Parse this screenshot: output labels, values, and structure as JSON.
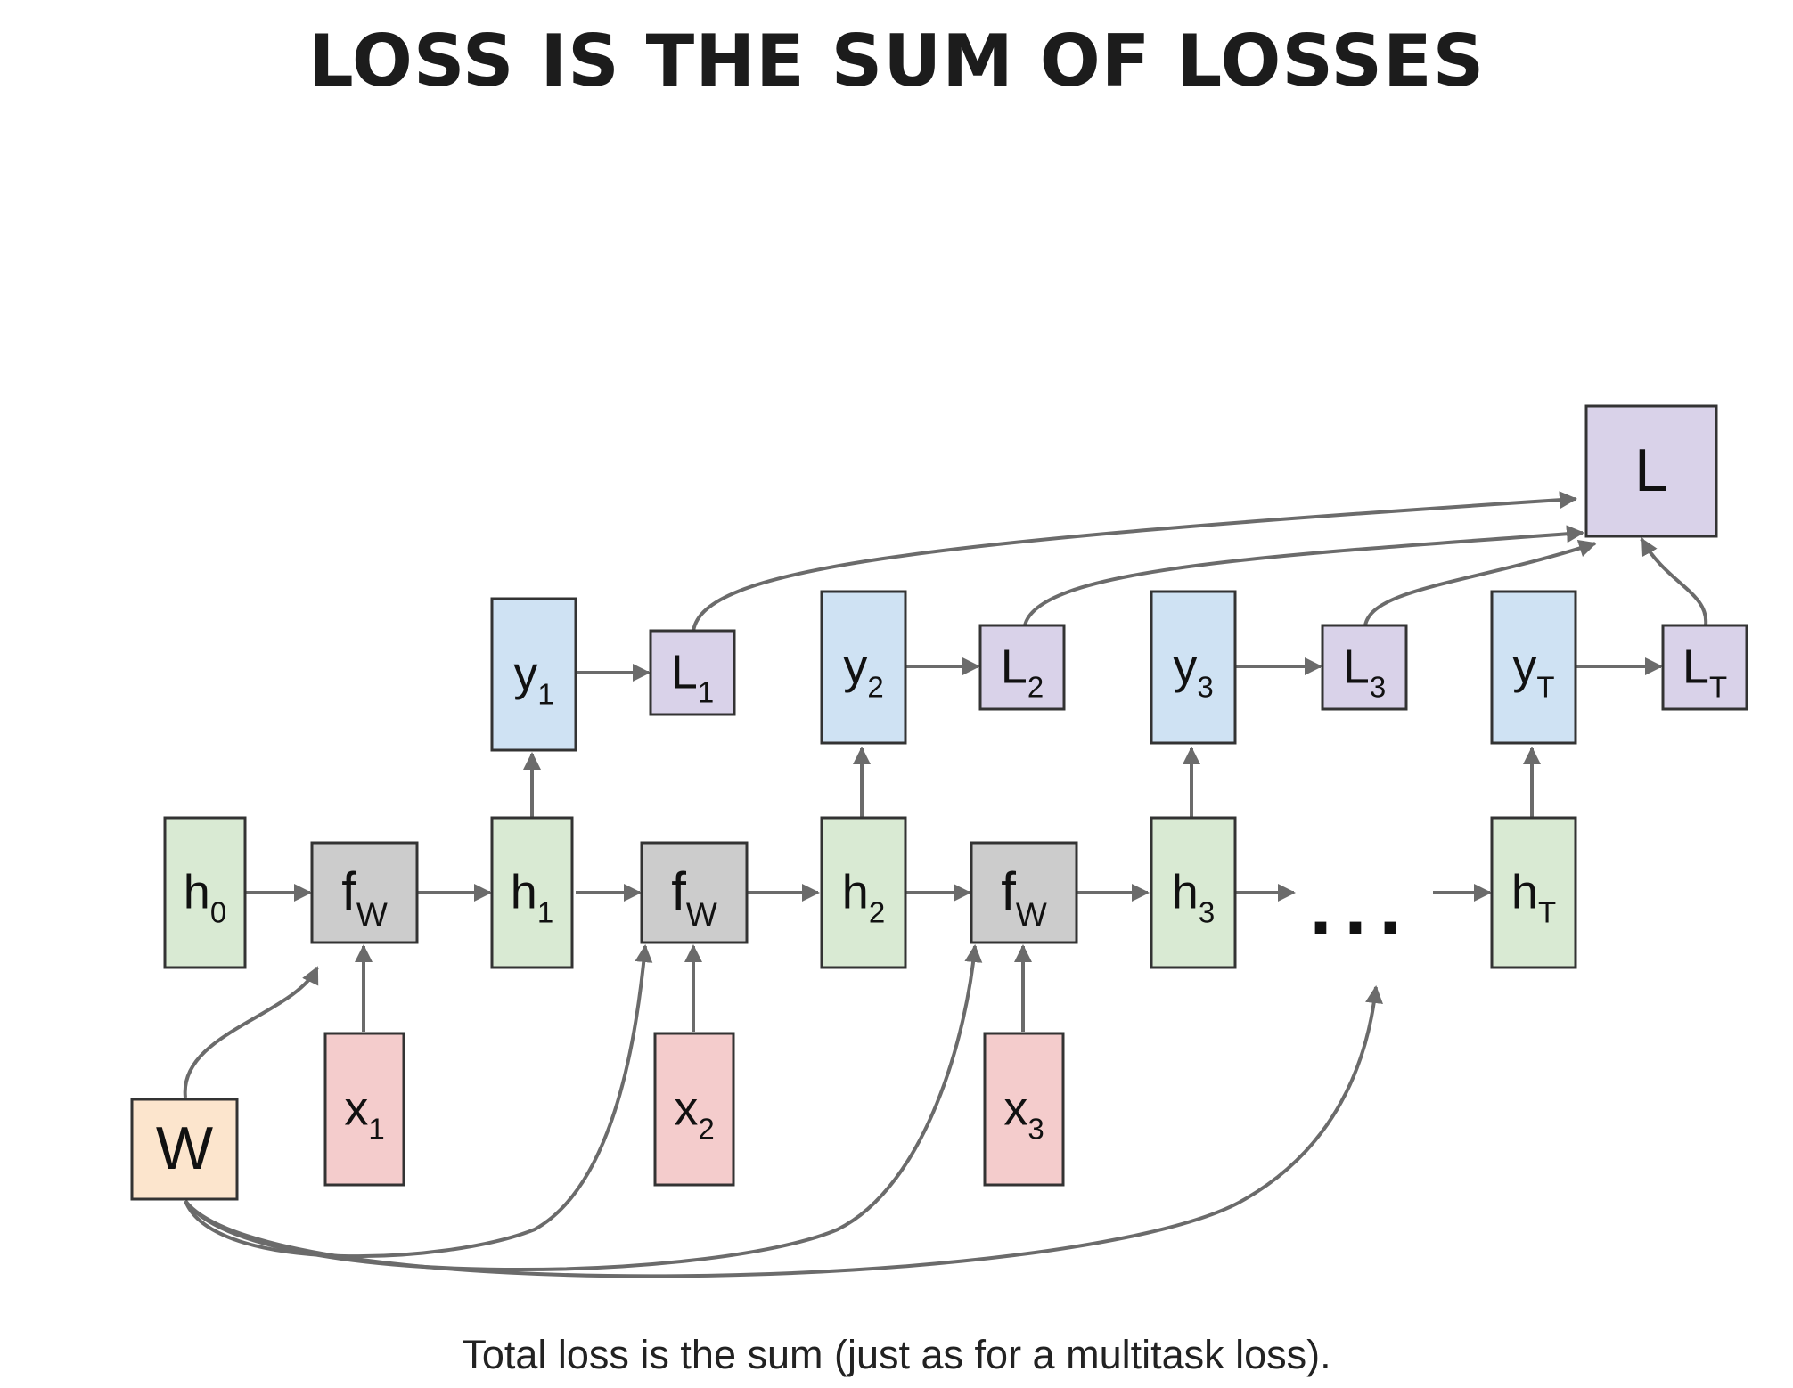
{
  "title": "LOSS IS THE SUM OF LOSSES",
  "caption": "Total loss is the sum (just as for a multitask loss).",
  "colors": {
    "hidden": "#d9ead3",
    "func": "#cccccc",
    "output": "#cfe2f3",
    "loss": "#d9d2e9",
    "input": "#f4cccc",
    "weight": "#fce5cd",
    "arrow": "#6b6b6b",
    "stroke": "#333333"
  },
  "nodes": {
    "h0": {
      "main": "h",
      "sub": "0"
    },
    "fw1": {
      "main": "f",
      "sub": "W"
    },
    "h1": {
      "main": "h",
      "sub": "1"
    },
    "fw2": {
      "main": "f",
      "sub": "W"
    },
    "h2": {
      "main": "h",
      "sub": "2"
    },
    "fw3": {
      "main": "f",
      "sub": "W"
    },
    "h3": {
      "main": "h",
      "sub": "3"
    },
    "hT": {
      "main": "h",
      "sub": "T"
    },
    "y1": {
      "main": "y",
      "sub": "1"
    },
    "y2": {
      "main": "y",
      "sub": "2"
    },
    "y3": {
      "main": "y",
      "sub": "3"
    },
    "yT": {
      "main": "y",
      "sub": "T"
    },
    "L1": {
      "main": "L",
      "sub": "1"
    },
    "L2": {
      "main": "L",
      "sub": "2"
    },
    "L3": {
      "main": "L",
      "sub": "3"
    },
    "LT": {
      "main": "L",
      "sub": "T"
    },
    "L": {
      "main": "L",
      "sub": ""
    },
    "x1": {
      "main": "x",
      "sub": "1"
    },
    "x2": {
      "main": "x",
      "sub": "2"
    },
    "x3": {
      "main": "x",
      "sub": "3"
    },
    "W": {
      "main": "W",
      "sub": ""
    }
  },
  "ellipsis": "..."
}
